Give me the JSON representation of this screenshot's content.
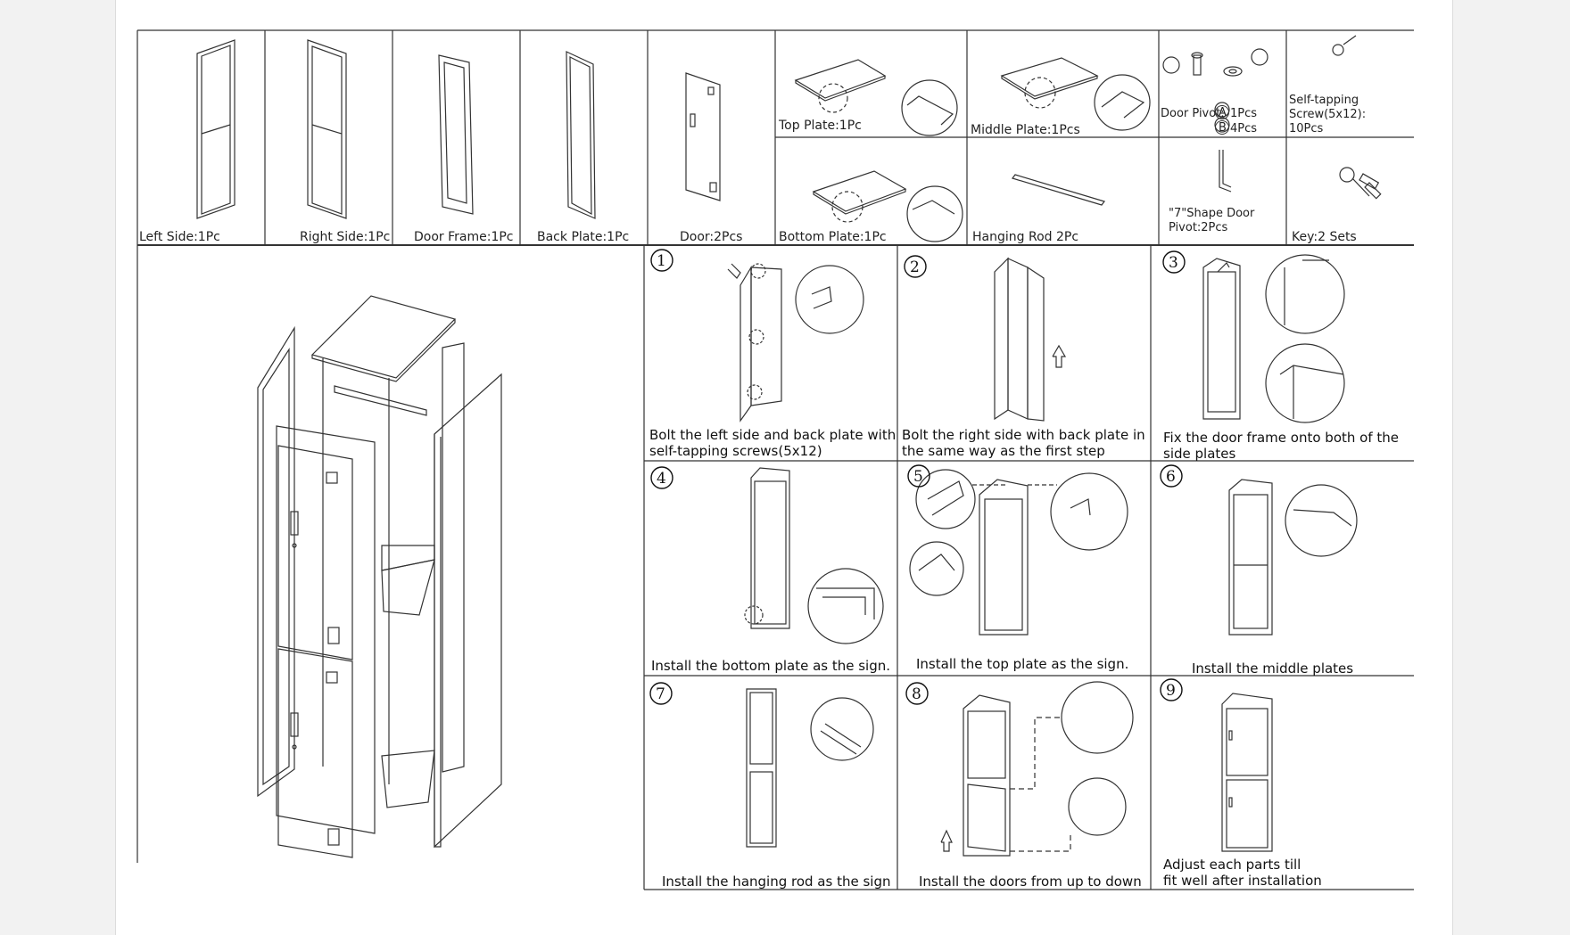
{
  "parts": {
    "left_side": "Left Side:1Pc",
    "right_side": "Right Side:1Pc",
    "door_frame": "Door Frame:1Pc",
    "back_plate": "Back Plate:1Pc",
    "door": "Door:2Pcs",
    "top_plate": "Top Plate:1Pc",
    "middle_plate": "Middle Plate:1Pcs",
    "door_pivot_a": "Door Pivot:",
    "door_pivot_a_qty": "1Pcs",
    "door_pivot_b_qty": "4Pcs",
    "pivot_a_letter": "A",
    "pivot_b_letter": "B",
    "screw_line1": "Self-tapping",
    "screw_line2": "Screw(5x12):",
    "screw_line3": "10Pcs",
    "bottom_plate": "Bottom Plate:1Pc",
    "hanging_rod": "Hanging Rod 2Pc",
    "seven_pivot_line1": "\"7\"Shape Door",
    "seven_pivot_line2": "Pivot:2Pcs",
    "key": "Key:2 Sets"
  },
  "steps": [
    {
      "num": "1",
      "line1": "Bolt the left side and back plate with",
      "line2": "self-tapping screws(5x12)"
    },
    {
      "num": "2",
      "line1": "Bolt the right side with back plate in",
      "line2": "the same way as the first step"
    },
    {
      "num": "3",
      "line1": "Fix the door frame onto both of the",
      "line2": "side plates"
    },
    {
      "num": "4",
      "line1": "Install the bottom plate as the sign.",
      "line2": ""
    },
    {
      "num": "5",
      "line1": "Install the top plate as the sign.",
      "line2": ""
    },
    {
      "num": "6",
      "line1": "Install the middle plates",
      "line2": ""
    },
    {
      "num": "7",
      "line1": "Install the hanging rod as the sign",
      "line2": ""
    },
    {
      "num": "8",
      "line1": "Install the doors from up to down",
      "line2": ""
    },
    {
      "num": "9",
      "line1": "Adjust each parts till",
      "line2": "fit well after installation"
    }
  ]
}
